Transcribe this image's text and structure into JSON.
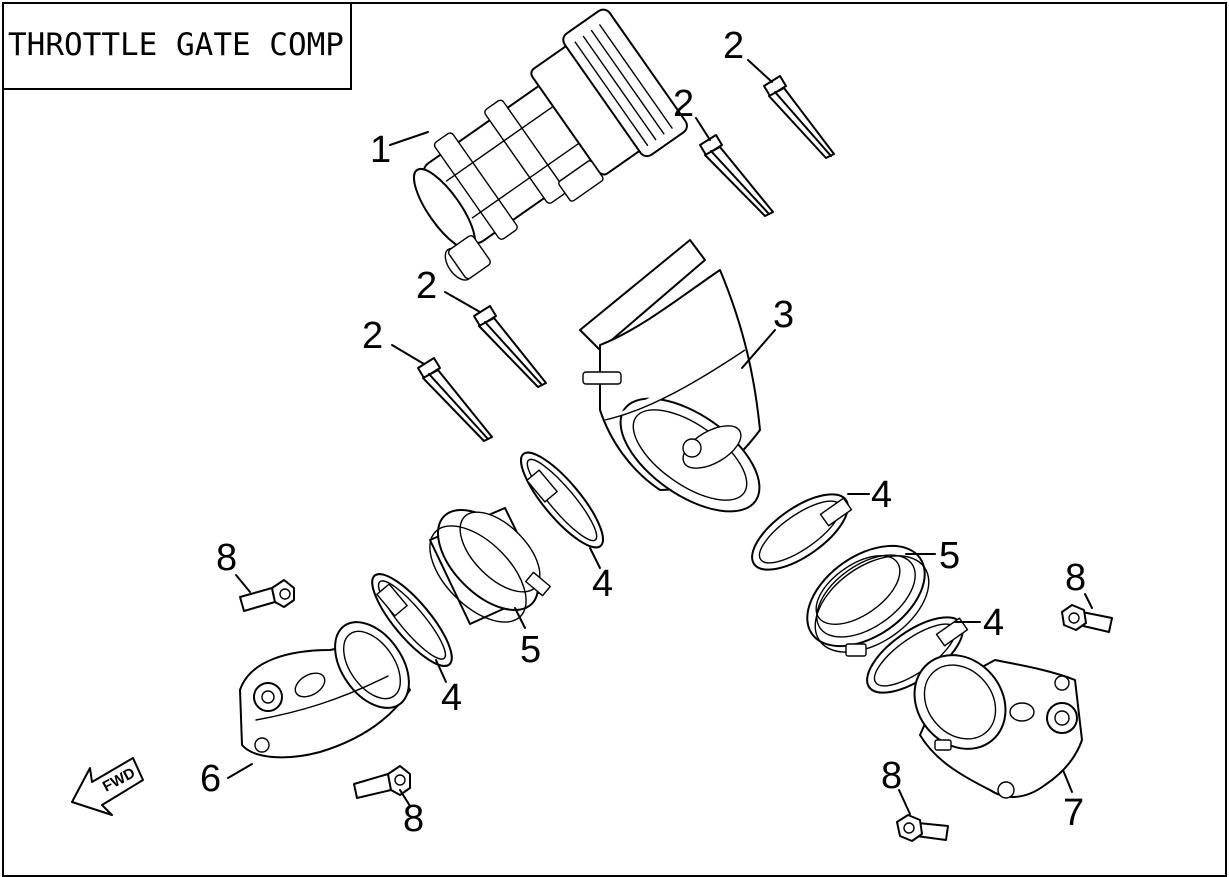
{
  "title": "THROTTLE GATE COMP",
  "fwd_label": "FWD",
  "callouts": {
    "c1": "1",
    "c2a": "2",
    "c2b": "2",
    "c2c": "2",
    "c2d": "2",
    "c3": "3",
    "c4a": "4",
    "c4b": "4",
    "c4c": "4",
    "c4d": "4",
    "c5a": "5",
    "c5b": "5",
    "c6": "6",
    "c7": "7",
    "c8a": "8",
    "c8b": "8",
    "c8c": "8",
    "c8d": "8"
  }
}
